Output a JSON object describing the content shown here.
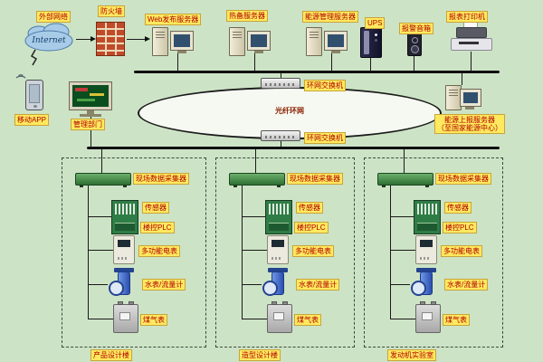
{
  "colors": {
    "background": "#cde3c6",
    "label_bg": "#ffe95e",
    "label_text": "#b00000",
    "line": "#1a1a1a",
    "device_green": "#2f7d46",
    "water_blue": "#3f6fd1"
  },
  "top_row": {
    "internet_label": "外部网络",
    "internet_text": "Internet",
    "firewall_label": "防火墙",
    "web_server_label": "Web发布服务器",
    "standby_server_label": "热备服务器",
    "energy_server_label": "能源管理服务器",
    "ups_label": "UPS",
    "speaker_label": "报警音箱",
    "printer_label": "报表打印机"
  },
  "middle": {
    "mobile_label": "移动APP",
    "mgmt_label": "管理部门",
    "switch_top_label": "环网交换机",
    "ring_label": "光纤环网",
    "switch_bottom_label": "环网交换机",
    "report_server_label": "能源上报服务器",
    "report_server_sub": "（至国家能源中心）"
  },
  "buildings": [
    {
      "name": "产品设计楼",
      "collector": "现场数据采集器",
      "sensor": "传感器",
      "plc": "楼控PLC",
      "meter": "多功能电表",
      "water": "水表/流量计",
      "gas": "煤气表"
    },
    {
      "name": "造型设计楼",
      "collector": "现场数据采集器",
      "sensor": "传感器",
      "plc": "楼控PLC",
      "meter": "多功能电表",
      "water": "水表/流量计",
      "gas": "煤气表"
    },
    {
      "name": "发动机实验室",
      "collector": "现场数据采集器",
      "sensor": "传感器",
      "plc": "楼控PLC",
      "meter": "多功能电表",
      "water": "水表/流量计",
      "gas": "煤气表"
    }
  ]
}
